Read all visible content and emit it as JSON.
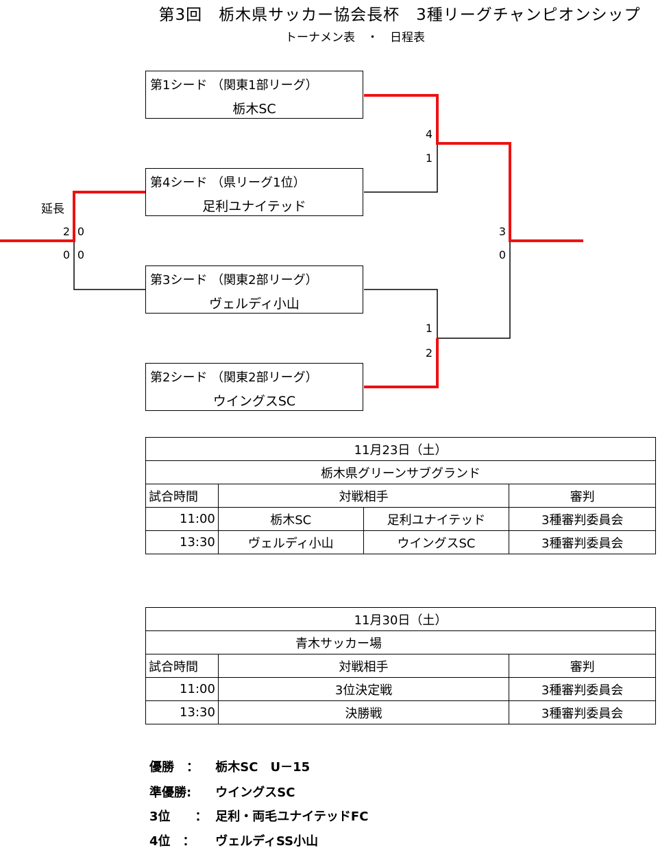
{
  "header": {
    "title": "第3回　栃木県サッカー協会長杯　3種リーグチャンピオンシップ",
    "subtitle": "トーナメン表　・　日程表"
  },
  "bracket": {
    "teams": [
      {
        "seed": "第1シード （関東1部リーグ）",
        "name": "栃木SC"
      },
      {
        "seed": "第4シード （県リーグ1位）",
        "name": "足利ユナイテッド"
      },
      {
        "seed": "第3シード （関東2部リーグ）",
        "name": "ヴェルディ小山"
      },
      {
        "seed": "第2シード （関東2部リーグ）",
        "name": "ウイングスSC"
      }
    ],
    "sf1_scores": [
      "4",
      "1"
    ],
    "sf2_scores": [
      "1",
      "2"
    ],
    "final_scores": [
      "3",
      "0"
    ],
    "left_note": "延長",
    "left_scores_top": [
      "2",
      "0"
    ],
    "left_scores_bottom": [
      "0",
      "0"
    ]
  },
  "schedule": [
    {
      "date": "11月23日（土）",
      "venue": "栃木県グリーンサブグランド",
      "headers": {
        "time": "試合時間",
        "match": "対戦相手",
        "referee": "審判"
      },
      "rows": [
        {
          "time": "11:00",
          "home": "栃木SC",
          "away": "足利ユナイテッド",
          "referee": "3種審判委員会"
        },
        {
          "time": "13:30",
          "home": "ヴェルディ小山",
          "away": "ウイングスSC",
          "referee": "3種審判委員会"
        }
      ]
    },
    {
      "date": "11月30日（土）",
      "venue": "青木サッカー場",
      "headers": {
        "time": "試合時間",
        "match": "対戦相手",
        "referee": "審判"
      },
      "rows": [
        {
          "time": "11:00",
          "match": "3位決定戦",
          "referee": "3種審判委員会"
        },
        {
          "time": "13:30",
          "match": "決勝戦",
          "referee": "3種審判委員会"
        }
      ]
    }
  ],
  "results": [
    {
      "label": "優勝　：",
      "value": "栃木SC　U－15"
    },
    {
      "label": "準優勝:",
      "value": "ウイングスSC"
    },
    {
      "label": "3位　　：",
      "value": "足利・両毛ユナイテッドFC"
    },
    {
      "label": "4位　：",
      "value": "ヴェルディSS小山"
    }
  ],
  "colors": {
    "winner_line": "#ee1111",
    "line": "#000000"
  }
}
